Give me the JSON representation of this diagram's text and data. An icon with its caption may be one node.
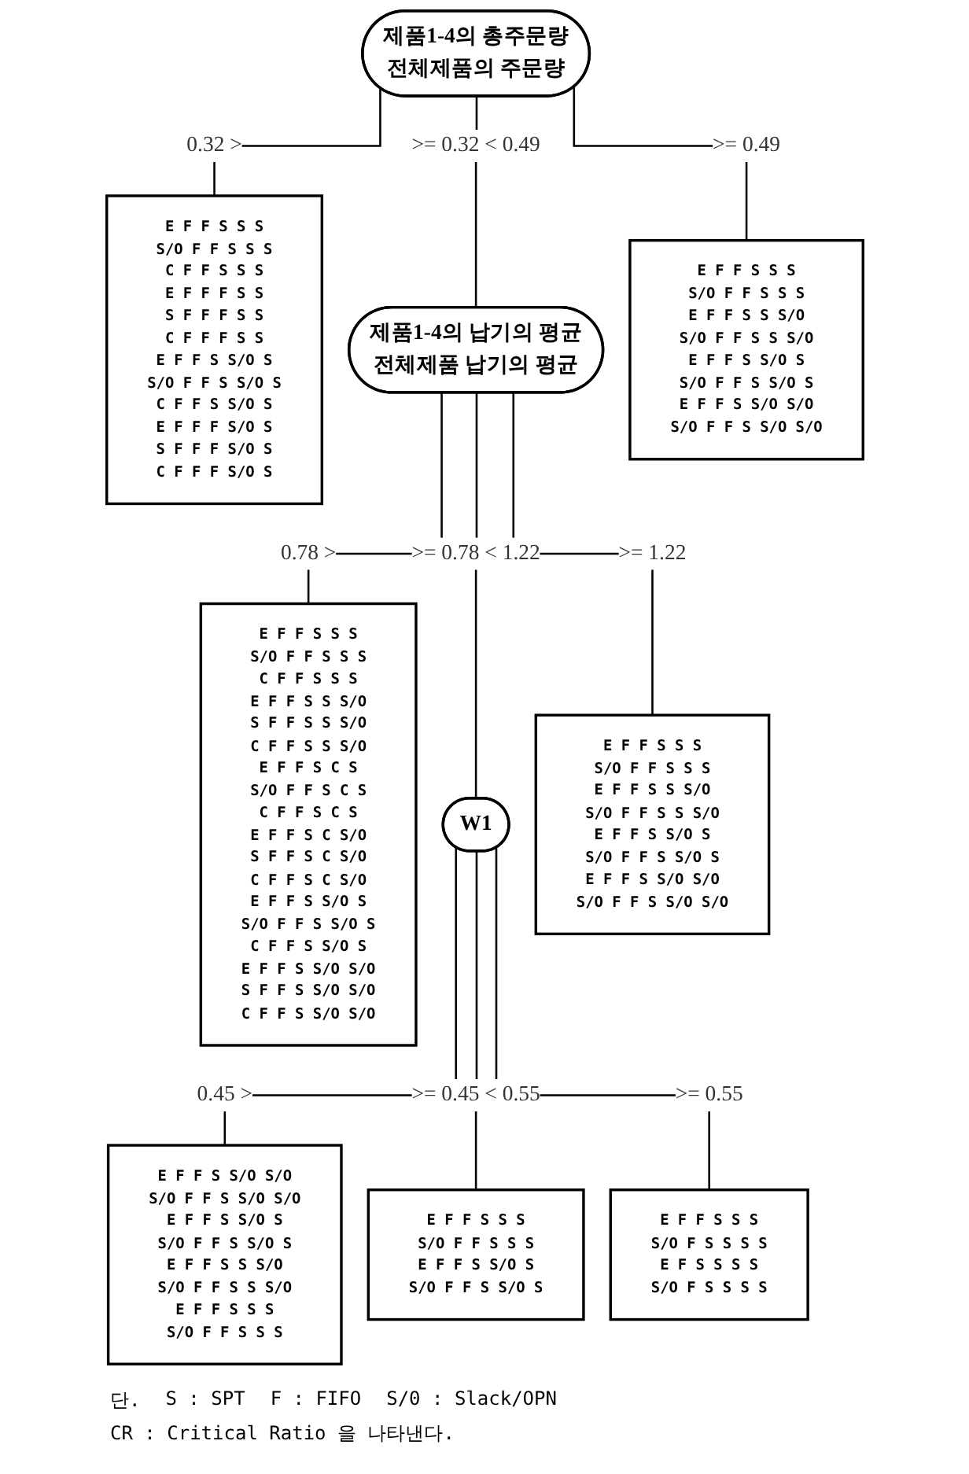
{
  "diagram": {
    "nodes": [
      {
        "text": [
          "제품1-4의 총주문량",
          "전체제품의 주문량"
        ]
      },
      {
        "text": [
          "E F F S S S",
          "S/O F F S S S",
          "C F F S S S",
          "E F F F S S",
          "S F F F S S",
          "C F F F S S",
          "E F F S S/O S",
          "S/O F F S S/O S",
          "C F F S S/O S",
          "E F F F S/O S",
          "S F F F S/O S",
          "C F F F S/O S"
        ]
      },
      {
        "text": [
          "제품1-4의 납기의 평균",
          "전체제품 납기의 평균"
        ]
      },
      {
        "text": [
          "E F F S S S",
          "S/O F F S S S",
          "E F F S S S/O",
          "S/O F F S S S/O",
          "E F F S S/O S",
          "S/O F F S S/O S",
          "E F F S S/O S/O",
          "S/O F F S S/O S/O"
        ]
      },
      {
        "text": [
          "E F F S S S",
          "S/O F F S S S",
          "C F F S S S",
          "E F F S S S/O",
          "S F F S S S/O",
          "C F F S S S/O",
          "E F F S C S",
          "S/O F F S C S",
          "C F F S C S",
          "E F F S C S/O",
          "S F F S C S/O",
          "C F F S C S/O",
          "E F F S S/O S",
          "S/O F F S S/O S",
          "C F F S S/O S",
          "E F F S S/O S/O",
          "S F F S S/O S/O",
          "C F F S S/O S/O"
        ]
      },
      {
        "text": [
          "W1"
        ]
      },
      {
        "text": [
          "E F F S S S",
          "S/O F F S S S",
          "E F F S S S/O",
          "S/O F F S S S/O",
          "E F F S S/O S",
          "S/O F F S S/O S",
          "E F F S S/O S/O",
          "S/O F F S S/O S/O"
        ]
      },
      {
        "text": [
          "E F F S S/O S/O",
          "S/O F F S S/O S/O",
          "E F F S S/O S",
          "S/O F F S S/O S",
          "E F F S S S/O",
          "S/O F F S S S/O",
          "E F F S S S",
          "S/O F F S S S"
        ]
      },
      {
        "text": [
          "E F F S S S",
          "S/O F F S S S",
          "E F F S S/O S",
          "S/O F F S S/O S"
        ]
      },
      {
        "text": [
          "E F F S S S",
          "S/O F S S S S",
          "E F S S S S",
          "S/O F S S S S"
        ]
      }
    ],
    "edges": [
      {
        "from": 0,
        "to": 1,
        "arrow": "none",
        "label": "0.32 >"
      },
      {
        "from": 0,
        "to": 2,
        "arrow": "none",
        "label": ">= 0.32 < 0.49"
      },
      {
        "from": 0,
        "to": 3,
        "arrow": "none",
        "label": ">= 0.49"
      },
      {
        "from": 2,
        "to": 4,
        "arrow": "none",
        "label": "0.78 >"
      },
      {
        "from": 2,
        "to": 5,
        "arrow": "none",
        "label": ">= 0.78 < 1.22"
      },
      {
        "from": 2,
        "to": 6,
        "arrow": "none",
        "label": ">= 1.22"
      },
      {
        "from": 5,
        "to": 7,
        "arrow": "none",
        "label": "0.45 >"
      },
      {
        "from": 5,
        "to": 8,
        "arrow": "none",
        "label": ">= 0.45 < 0.55"
      },
      {
        "from": 5,
        "to": 9,
        "arrow": "none",
        "label": ">= 0.55"
      }
    ],
    "labels": [
      "단.",
      "S : SPT",
      "F : FIFO",
      "S/0 : Slack/OPN",
      "CR : Critical Ratio 을 나타낸다."
    ]
  }
}
